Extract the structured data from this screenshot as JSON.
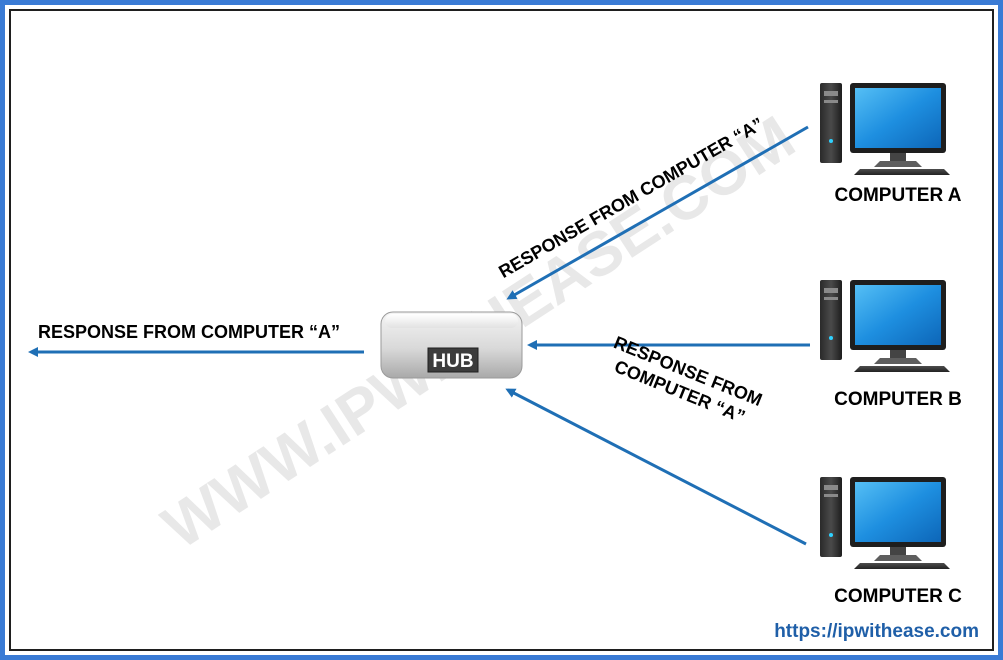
{
  "diagram": {
    "hub_label": "HUB",
    "computers": [
      {
        "id": "a",
        "label": "COMPUTER A"
      },
      {
        "id": "b",
        "label": "COMPUTER B"
      },
      {
        "id": "c",
        "label": "COMPUTER C"
      }
    ],
    "edge_labels": {
      "from_a": "RESPONSE FROM COMPUTER “A”",
      "from_b_line1": "RESPONSE FROM",
      "from_b_line2": "COMPUTER “A”",
      "outgoing": "RESPONSE FROM COMPUTER “A”"
    },
    "watermark": "WWW.IPWITHEASE.COM",
    "website": "https://ipwithease.com",
    "colors": {
      "arrow": "#1f6fb5",
      "frame_outer": "#3a7bd5",
      "frame_inner": "#1f1f1f",
      "website_text": "#1f5fa8",
      "monitor_screen": "#1e8fe0"
    }
  }
}
